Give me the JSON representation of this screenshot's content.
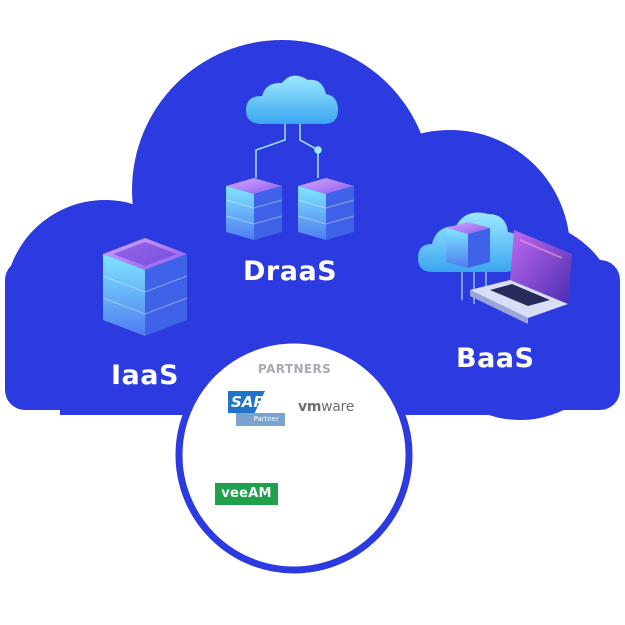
{
  "services": {
    "draas": "DraaS",
    "iaas": "IaaS",
    "baas": "BaaS"
  },
  "partners": {
    "title": "PARTNERS",
    "sap": {
      "name": "SAP",
      "sub": "Partner"
    },
    "vmware": {
      "prefix": "vm",
      "suffix": "ware"
    },
    "veeam": "veeAM"
  },
  "icons": {
    "draas": [
      "cloud-icon",
      "server-stack-icon",
      "server-stack-icon"
    ],
    "iaas": [
      "server-stack-icon"
    ],
    "baas": [
      "cloud-server-icon",
      "laptop-icon"
    ]
  },
  "colors": {
    "cloud": "#2c3be0",
    "circle_border": "#2c3be0",
    "server_glow": "#6fe0ff",
    "server_top": "#b57cf0",
    "label": "#ffffff",
    "partners_title": "#a9a9b3",
    "sap_blue": "#1f74c8",
    "veeam_green": "#1fa04a"
  }
}
